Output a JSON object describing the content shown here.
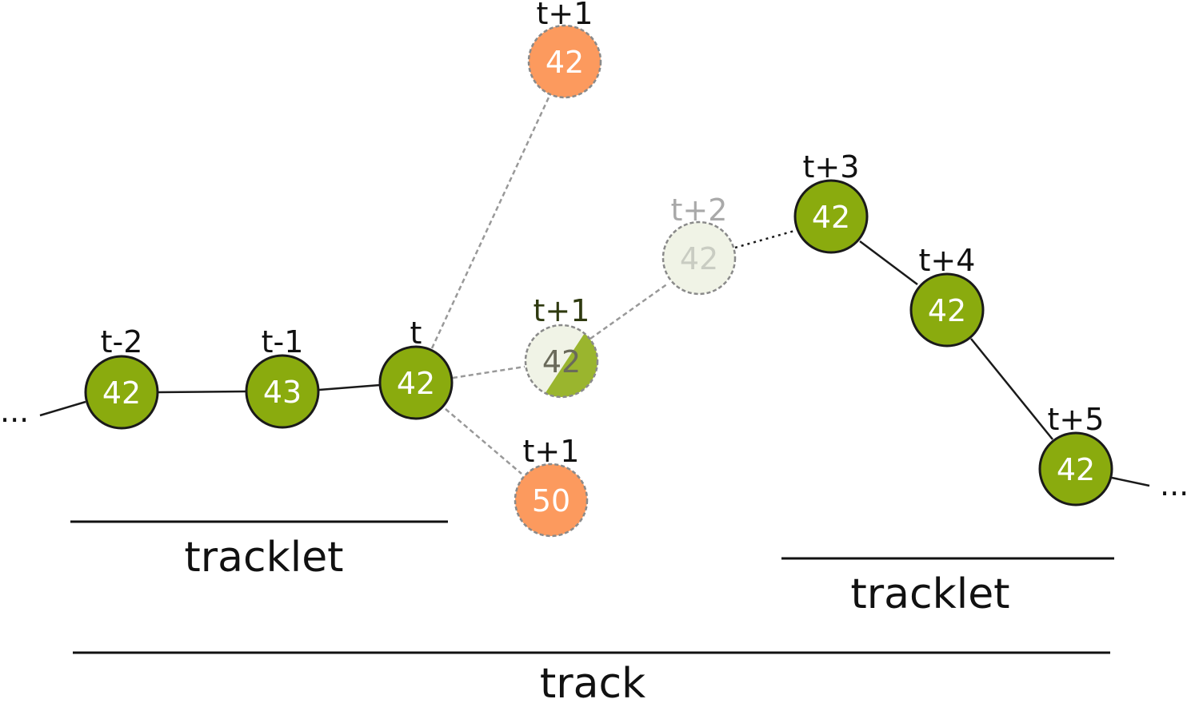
{
  "colors": {
    "green": "#8aab0e",
    "orange": "#fc9a5e",
    "ghost": "#f0f3e6",
    "stroke": "#1a1a1a",
    "dashed": "#999999"
  },
  "nodes": {
    "n1": {
      "time": "t-2",
      "id": "42"
    },
    "n2": {
      "time": "t-1",
      "id": "43"
    },
    "n3": {
      "time": "t",
      "id": "42"
    },
    "n4": {
      "time": "t+1",
      "id": "42"
    },
    "n5": {
      "time": "t+1",
      "id": "50"
    },
    "n6": {
      "time": "t+1",
      "id": "42"
    },
    "n7": {
      "time": "t+2",
      "id": "42"
    },
    "n8": {
      "time": "t+3",
      "id": "42"
    },
    "n9": {
      "time": "t+4",
      "id": "42"
    },
    "n10": {
      "time": "t+5",
      "id": "42"
    }
  },
  "ellipsis_left": "...",
  "ellipsis_right": "...",
  "brackets": {
    "tracklet_left": "tracklet",
    "tracklet_right": "tracklet",
    "track": "track"
  }
}
